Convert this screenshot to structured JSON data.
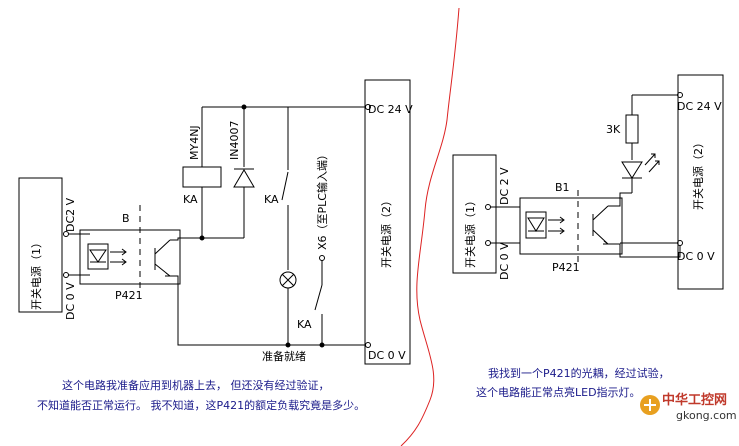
{
  "left_circuit": {
    "psu1_label": "开关电源（1）",
    "psu1_dc2v": "DC2 V",
    "psu1_dc0v": "DC 0 V",
    "coupler_name": "P421",
    "coupler_letter": "B",
    "relay_model": "MY4NJ",
    "relay_tag": "KA",
    "diode_model": "IN4007",
    "switch_ka_upper": "KA",
    "switch_ka_lower": "KA",
    "plc_input": "X6（至PLC输入端）",
    "ready_label": "准备就绪",
    "psu2_label": "开关电源（2）",
    "psu2_dc24v": "DC 24 V",
    "psu2_dc0v": "DC 0 V",
    "note_line1": "这个电路我准备应用到机器上去， 但还没有经过验证，",
    "note_line2": "不知道能否正常运行。    我不知道，这P421的额定负载究竟是多少。"
  },
  "right_circuit": {
    "psu1_label": "开关电源（1）",
    "psu1_dc2v": "DC 2 V",
    "psu1_dc0v": "DC 0 V",
    "coupler_name": "P421",
    "coupler_letter": "B1",
    "resistor": "3K",
    "psu2_label": "开关电源（2）",
    "psu2_dc24v": "DC 24 V",
    "psu2_dc0v": "DC 0 V",
    "note_line1": "我找到一个P421的光耦，经过试验，",
    "note_line2": "这个电路能正常点亮LED指示灯。"
  },
  "watermark": {
    "brand": "中华工控网",
    "url": "gkong.com"
  }
}
